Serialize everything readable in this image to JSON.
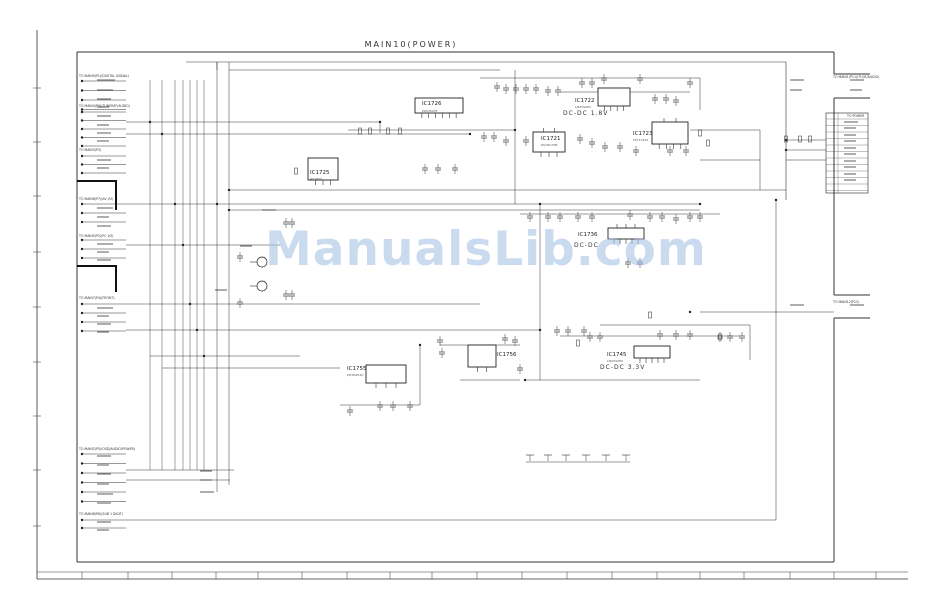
{
  "title": "MAIN10(POWER)",
  "watermark": "ManualsLib.com",
  "ics": {
    "ic1726": {
      "ref": "IC1726",
      "part": "PQ035A5F"
    },
    "ic1725": {
      "ref": "IC1725",
      "part": "PQ1R50"
    },
    "ic1721": {
      "ref": "IC1721",
      "part": "PQ1RC33M"
    },
    "ic1722": {
      "ref": "IC1722",
      "part": "LM2594HV"
    },
    "ic1723": {
      "ref": "IC1723",
      "part": "TK71725S"
    },
    "ic1736": {
      "ref": "IC1736"
    },
    "ic1755": {
      "ref": "IC1755",
      "part": "PQ3DZ53U"
    },
    "ic1756": {
      "ref": "IC1756"
    },
    "ic1745": {
      "ref": "IC1745",
      "part": "LM2594HV"
    }
  },
  "subtitles": {
    "dc18": "DC-DC 1.8V",
    "dc_mid": "DC-DC",
    "dc33": "DC-DC 3.3V"
  },
  "connectors": {
    "tl1": "TO MAIN9(P1)(DIGITAL SIGNAL)",
    "tl2": "TO MAIN4(P9)(TUNER/IF/AUDIO)",
    "tl3": "TO MAIN3(P3)",
    "tl4": "TO MAIN6(P7)(AV I/O)",
    "tl5": "TO MAIN5(P2)(PC I/O)",
    "tl6": "TO MAIN7(P4)(FRONT)",
    "bl1": "TO MAIN2(P5)(OSD/AUDIO/POWER)",
    "bl2": "TO MAIN8(P6)(SUB 1 DIGIT)",
    "tr1": "TO MAIN1(P11)(TU/IF/AUDIO)",
    "tr2": "TO MAIN12(P12)"
  },
  "tr_table_header": "TO POWER"
}
